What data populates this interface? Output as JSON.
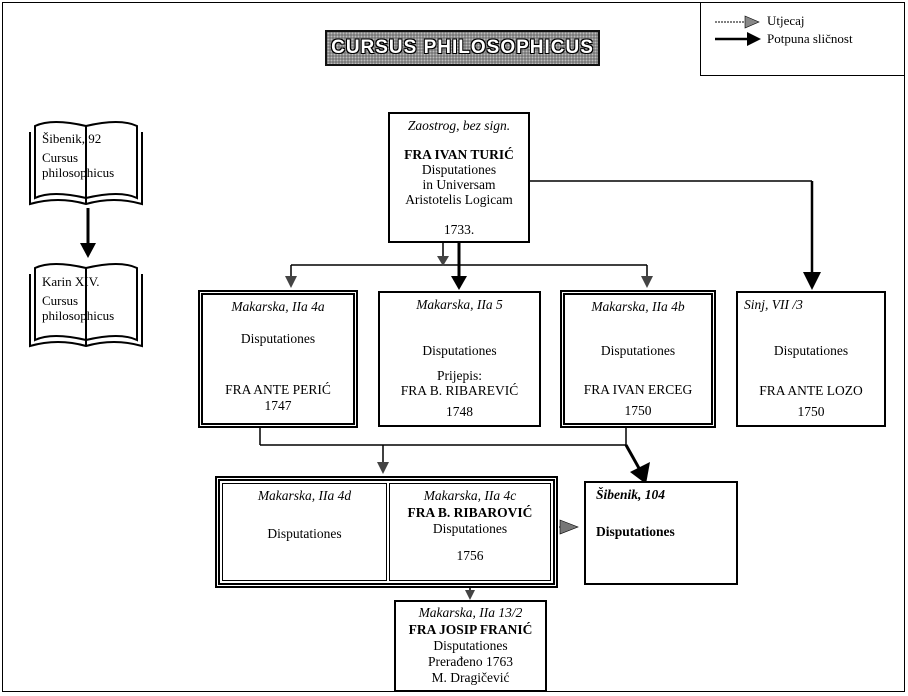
{
  "title": "CURSUS PHILOSOPHICUS",
  "legend": {
    "influence_label": "Utjecaj",
    "similarity_label": "Potpuna sličnost"
  },
  "books": [
    {
      "line1": "Šibenik, 92",
      "line2": "Cursus",
      "line3": "philosophicus"
    },
    {
      "line1": "Karin XIV.",
      "line2": "Cursus",
      "line3": "philosophicus"
    }
  ],
  "nodes": {
    "zaostrog": {
      "location": "Zaostrog, bez sign.",
      "author": "FRA IVAN TURIĆ",
      "line1": "Disputationes",
      "line2": "in Universam",
      "line3": "Aristotelis Logicam",
      "year": "1733."
    },
    "mak4a": {
      "location": "Makarska, IIa 4a",
      "title": "Disputationes",
      "author": "FRA ANTE PERIĆ",
      "year": "1747"
    },
    "mak5": {
      "location": "Makarska, IIa 5",
      "title": "Disputationes",
      "note": "Prijepis:",
      "author": "FRA B. RIBAREVIĆ",
      "year": "1748"
    },
    "mak4b": {
      "location": "Makarska, IIa 4b",
      "title": "Disputationes",
      "author": "FRA IVAN ERCEG",
      "year": "1750"
    },
    "sinj": {
      "location": "Sinj, VII /3",
      "title": "Disputationes",
      "author": "FRA ANTE LOZO",
      "year": "1750"
    },
    "mak4d": {
      "location": "Makarska, IIa 4d",
      "title": "Disputationes"
    },
    "mak4c": {
      "location": "Makarska, IIa 4c",
      "author": "FRA B. RIBAROVIĆ",
      "title": "Disputationes",
      "year": "1756"
    },
    "sib104": {
      "location": "Šibenik, 104",
      "title": "Disputationes"
    },
    "mak13": {
      "location": "Makarska, IIa 13/2",
      "author": "FRA JOSIP FRANIĆ",
      "title": "Disputationes",
      "line2": "Prerađeno 1763",
      "line3": "M. Dragičević"
    }
  }
}
